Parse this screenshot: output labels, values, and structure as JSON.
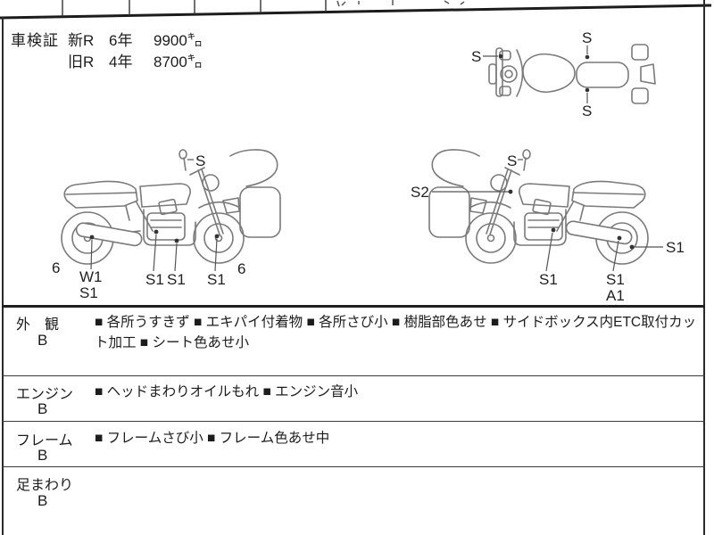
{
  "vehicle_inspection": {
    "label": "車検証",
    "rows": [
      {
        "reg": "新R",
        "year": "6年",
        "km": "9900㌔"
      },
      {
        "reg": "旧R",
        "year": "4年",
        "km": "8700㌔"
      }
    ]
  },
  "diagram_marks": {
    "top_view": {
      "left": "S",
      "top": "S",
      "bottom": "S"
    },
    "left_bike": {
      "mirror": "S",
      "rear_tire": "6",
      "muffler_line1": "W1",
      "muffler_line2": "S1",
      "engine": "S1",
      "under_frame": "S1",
      "front_fork": "S1",
      "front_tire": "6"
    },
    "right_bike": {
      "mirror": "S",
      "front_cowl": "S2",
      "engine": "S1",
      "muffler_line1": "S1",
      "muffler_line2": "A1",
      "rear_wheel": "S1"
    }
  },
  "condition_sections": [
    {
      "name": "外　観",
      "grade": "B",
      "notes": "■ 各所うすきず ■ エキパイ付着物 ■ 各所さび小 ■ 樹脂部色あせ ■ サイドボックス内ETC取付カット加工 ■ シート色あせ小"
    },
    {
      "name": "エンジン",
      "grade": "B",
      "notes": "■ ヘッドまわりオイルもれ ■ エンジン音小"
    },
    {
      "name": "フレーム",
      "grade": "B",
      "notes": "■ フレームさび小 ■ フレーム色あせ中"
    },
    {
      "name": "足まわり",
      "grade": "B",
      "notes": ""
    }
  ],
  "colors": {
    "ink": "#1c1c1c",
    "sketch": "#7a7a7a"
  }
}
